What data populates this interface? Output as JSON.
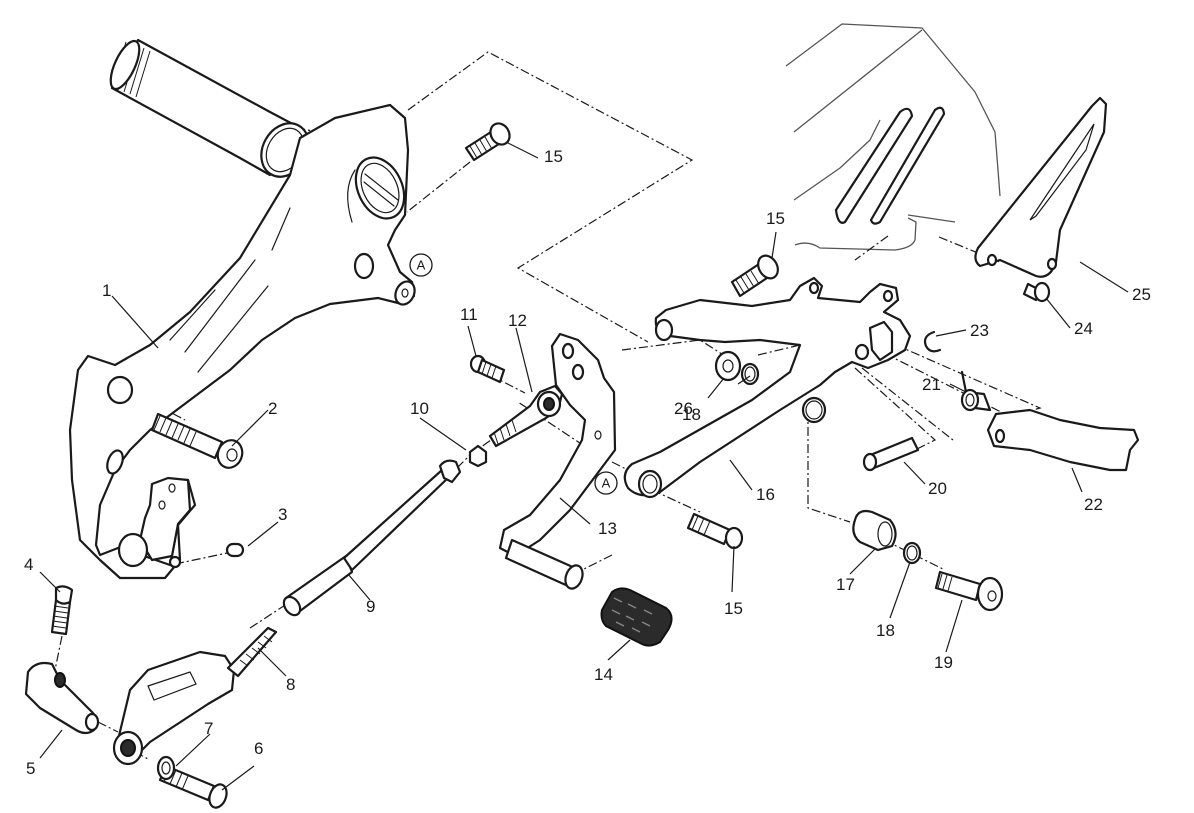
{
  "diagram": {
    "type": "exploded-parts-view",
    "subject": "rear-set footrest and gearshift lever assembly",
    "reference_marker": "A",
    "callouts": [
      {
        "id": "1",
        "text": "1"
      },
      {
        "id": "2",
        "text": "2"
      },
      {
        "id": "3",
        "text": "3"
      },
      {
        "id": "4",
        "text": "4"
      },
      {
        "id": "5",
        "text": "5"
      },
      {
        "id": "6",
        "text": "6"
      },
      {
        "id": "7",
        "text": "7"
      },
      {
        "id": "8",
        "text": "8"
      },
      {
        "id": "9",
        "text": "9"
      },
      {
        "id": "10",
        "text": "10"
      },
      {
        "id": "11",
        "text": "11"
      },
      {
        "id": "12",
        "text": "12"
      },
      {
        "id": "13",
        "text": "13"
      },
      {
        "id": "14",
        "text": "14"
      },
      {
        "id": "15a",
        "text": "15"
      },
      {
        "id": "15b",
        "text": "15"
      },
      {
        "id": "15c",
        "text": "15"
      },
      {
        "id": "16",
        "text": "16"
      },
      {
        "id": "17",
        "text": "17"
      },
      {
        "id": "18a",
        "text": "18"
      },
      {
        "id": "18b",
        "text": "18"
      },
      {
        "id": "19",
        "text": "19"
      },
      {
        "id": "20",
        "text": "20"
      },
      {
        "id": "21",
        "text": "21"
      },
      {
        "id": "22",
        "text": "22"
      },
      {
        "id": "23",
        "text": "23"
      },
      {
        "id": "24",
        "text": "24"
      },
      {
        "id": "25",
        "text": "25"
      },
      {
        "id": "26",
        "text": "26"
      }
    ]
  }
}
